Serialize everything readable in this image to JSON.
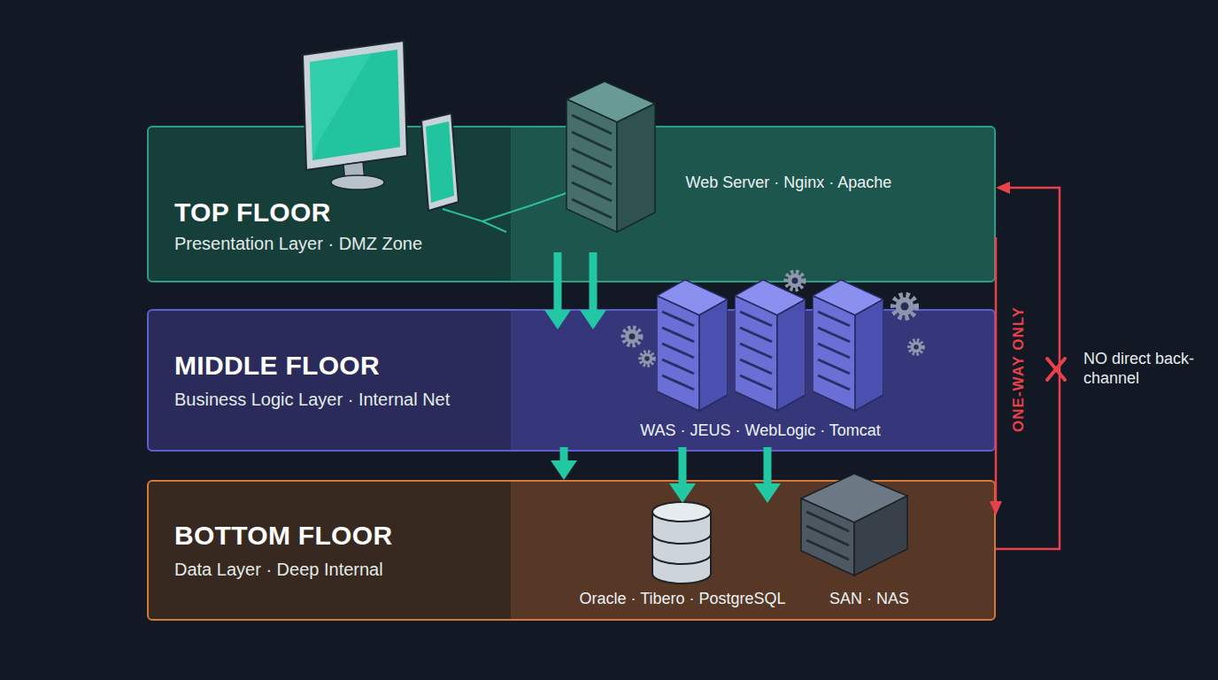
{
  "diagram": {
    "nodes": [
      {
        "text": [
          "TOP FLOOR",
          "Presentation Layer · DMZ Zone"
        ]
      },
      {
        "text": [
          "Web Server · Nginx · Apache"
        ],
        "in": 0
      },
      {
        "text": [
          "MIDDLE FLOOR",
          "Business Logic Layer · Internal Net"
        ]
      },
      {
        "text": [
          "WAS · JEUS · WebLogic · Tomcat"
        ],
        "in": 2
      },
      {
        "text": [
          "BOTTOM FLOOR",
          "Data Layer · Deep Internal"
        ]
      },
      {
        "text": [
          "Oracle · Tibero · PostgreSQL"
        ],
        "in": 4
      },
      {
        "text": [
          "SAN · NAS"
        ],
        "in": 4
      }
    ],
    "edges": [
      {
        "from": 1,
        "to": 3,
        "arrow": "to"
      },
      {
        "from": 1,
        "to": 3,
        "arrow": "to"
      },
      {
        "from": 3,
        "to": 4,
        "arrow": "to"
      },
      {
        "from": 3,
        "to": 5,
        "arrow": "to"
      },
      {
        "from": 3,
        "to": 5,
        "arrow": "to"
      },
      {
        "from": 0,
        "to": 4,
        "arrow": "to",
        "label": "ONE-WAY ONLY"
      },
      {
        "from": 4,
        "to": 0,
        "arrow": "to",
        "label": "NO direct back-channel"
      }
    ]
  }
}
